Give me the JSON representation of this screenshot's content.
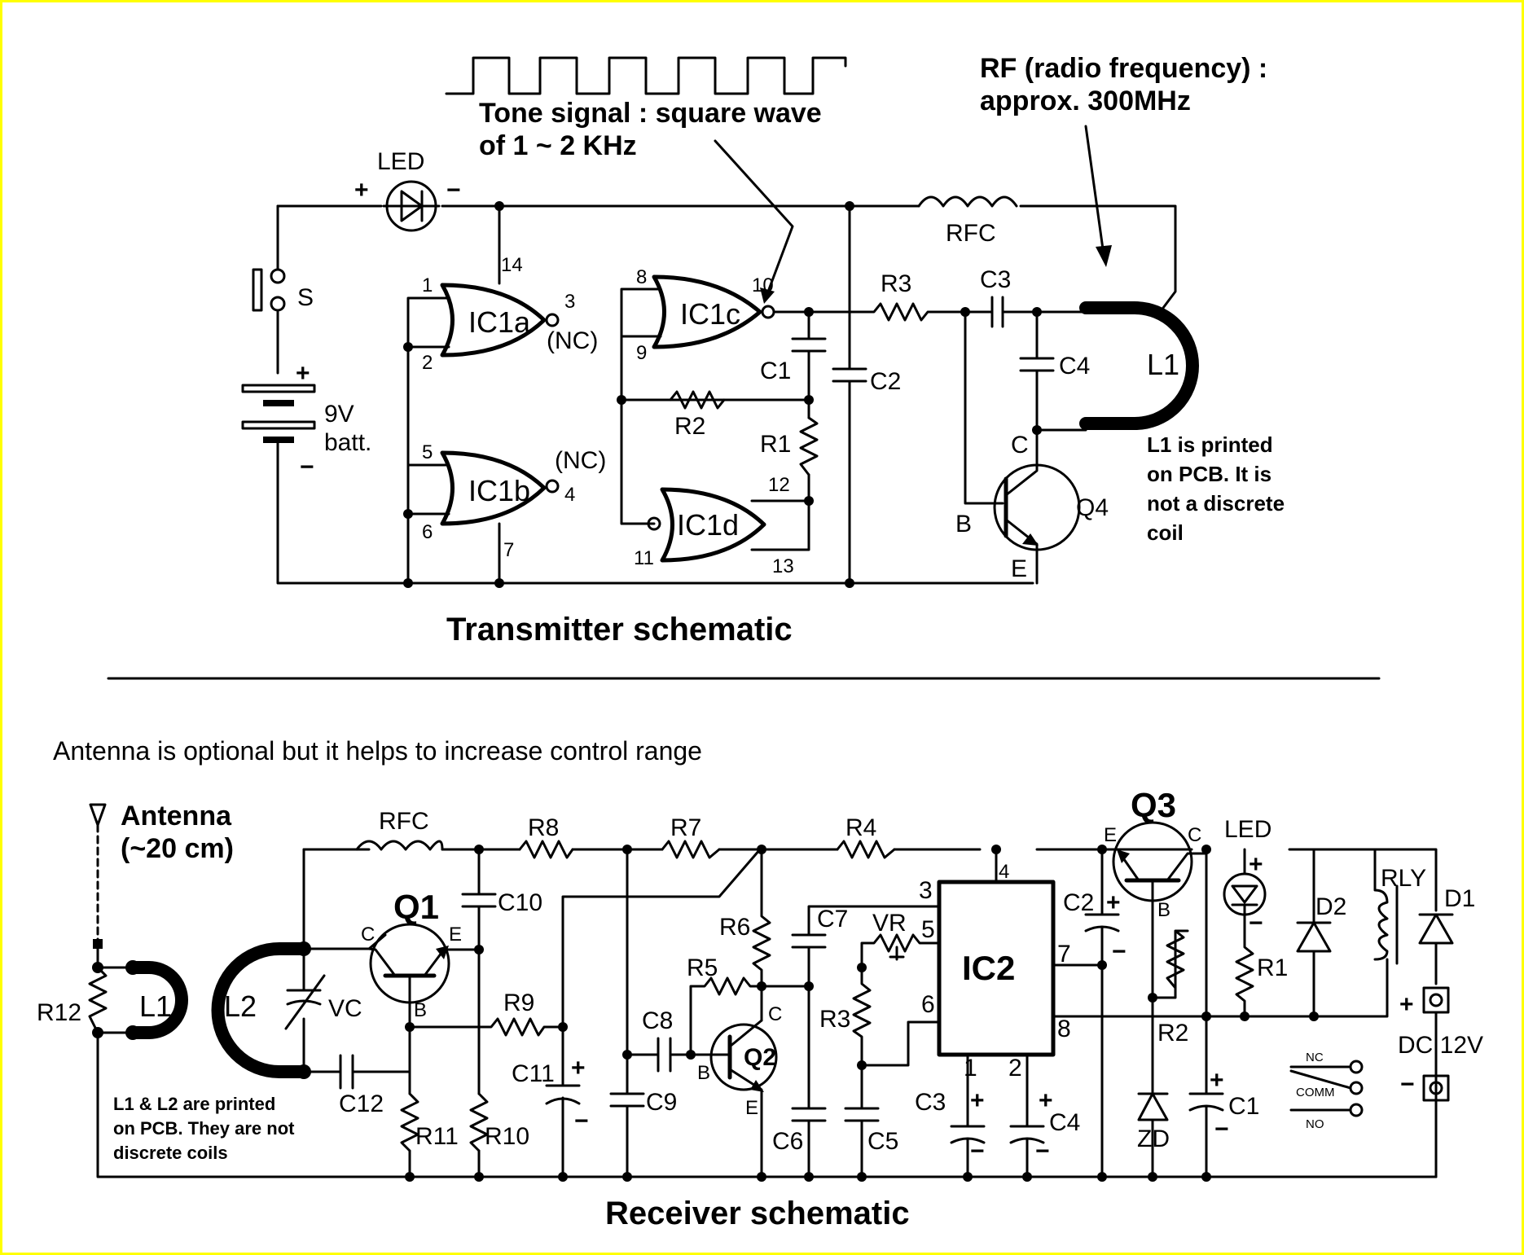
{
  "transmitter": {
    "tone_note_1": "Tone signal :  square wave",
    "tone_note_2": "of 1 ~ 2 KHz",
    "rf_note_1": "RF (radio frequency) :",
    "rf_note_2": "approx. 300MHz",
    "l1_note_1": "L1 is  printed",
    "l1_note_2": "on PCB. It is",
    "l1_note_3": "not a discrete",
    "l1_note_4": "coil",
    "title": "Transmitter schematic",
    "labels": {
      "led": "LED",
      "plus": "+",
      "minus": "−",
      "s": "S",
      "batt_plus": "+",
      "batt_9v": "9V",
      "batt": "batt.",
      "batt_minus": "−",
      "ic1a": "IC1a",
      "ic1b": "IC1b",
      "ic1c": "IC1c",
      "ic1d": "IC1d",
      "pin1": "1",
      "pin2": "2",
      "pin3": "3",
      "pin4": "4",
      "pin5": "5",
      "pin6": "6",
      "pin7": "7",
      "pin8": "8",
      "pin9": "9",
      "pin10": "10",
      "pin11": "11",
      "pin12": "12",
      "pin13": "13",
      "pin14": "14",
      "nc1": "(NC)",
      "nc2": "(NC)",
      "c1": "C1",
      "c2": "C2",
      "c3": "C3",
      "c4": "C4",
      "r1": "R1",
      "r2": "R2",
      "r3": "R3",
      "rfc": "RFC",
      "l1": "L1",
      "q4": "Q4",
      "b": "B",
      "c": "C",
      "e": "E"
    }
  },
  "receiver": {
    "antenna_note": "Antenna is optional but it helps to increase control range",
    "antenna_1": "Antenna",
    "antenna_2": "(~20 cm)",
    "coils_note_1": "L1 & L2 are printed",
    "coils_note_2": "on PCB. They are not",
    "coils_note_3": "discrete coils",
    "title": "Receiver schematic",
    "labels": {
      "rfc": "RFC",
      "r8": "R8",
      "r7": "R7",
      "r4": "R4",
      "q3": "Q3",
      "led": "LED",
      "rly": "RLY",
      "q1": "Q1",
      "c10": "C10",
      "r6": "R6",
      "c7": "C7",
      "vr": "VR",
      "c2": "C2",
      "d2": "D2",
      "d1": "D1",
      "r12": "R12",
      "l1": "L1",
      "l2": "L2",
      "vc": "VC",
      "r5": "R5",
      "ic2": "IC2",
      "r9": "R9",
      "r3": "R3",
      "r1": "R1",
      "c8": "C8",
      "q2": "Q2",
      "r2": "R2",
      "c11": "C11",
      "c9": "C9",
      "c12": "C12",
      "c3": "C3",
      "c4": "C4",
      "c1": "C1",
      "r11": "R11",
      "r10": "R10",
      "c6": "C6",
      "c5": "C5",
      "zd": "ZD",
      "dc12v": "DC 12V",
      "nc": "NC",
      "comm": "COMM",
      "no": "NO",
      "pin1": "1",
      "pin2": "2",
      "pin3": "3",
      "pin4": "4",
      "pin5": "5",
      "pin6": "6",
      "pin7": "7",
      "pin8": "8",
      "b": "B",
      "c": "C",
      "e": "E",
      "plus": "+",
      "minus": "−"
    }
  }
}
